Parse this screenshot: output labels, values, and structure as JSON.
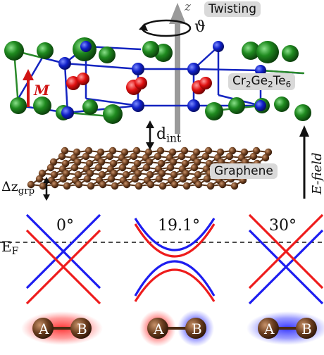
{
  "labels": {
    "z_axis": "z",
    "twisting": "Twisting",
    "theta": "ϑ",
    "magnetization": "M",
    "material_top": {
      "base1": "Cr",
      "sub1": "2",
      "base2": "Ge",
      "sub2": "2",
      "base3": "Te",
      "sub3": "6"
    },
    "d_int": {
      "base": "d",
      "sub": "int"
    },
    "graphene": "Graphene",
    "delta_z": {
      "base": "Δz",
      "sub": "grp"
    },
    "e_field": "E-field",
    "fermi": {
      "base": "E",
      "sub": "F"
    }
  },
  "panels": [
    {
      "angle": "0°",
      "gap": false
    },
    {
      "angle": "19.1°",
      "gap": true
    },
    {
      "angle": "30°",
      "gap": false
    }
  ],
  "sublattice": {
    "a": "A",
    "b": "B"
  },
  "colors": {
    "cr_atom": "#0a22c8",
    "ge_atom": "#e11212",
    "te_atom": "#1f7a1f",
    "carbon": "#6b3e1f",
    "band_red": "#ee1c1c",
    "band_blue": "#1d1df0",
    "arrow_red": "#d01414",
    "glow_red": "#ff2a2a",
    "glow_blue": "#2a2aff"
  },
  "icons": {
    "twist": "circular-arrow-icon",
    "axis": "z-axis-arrow-icon",
    "moment": "magnetization-arrow-icon",
    "field": "electric-field-arrow-icon"
  }
}
